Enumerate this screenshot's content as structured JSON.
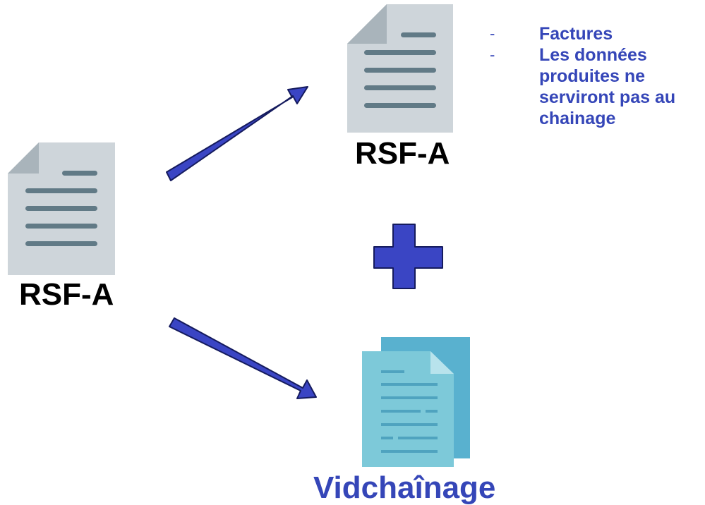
{
  "source_doc": {
    "label": "RSF-A",
    "icon": "document-icon"
  },
  "target_doc": {
    "label": "RSF-A",
    "icon": "document-icon"
  },
  "notes": {
    "bullet": "-",
    "items": [
      "Factures",
      "Les données produites ne serviront pas au chainage"
    ]
  },
  "combine_symbol": "plus-icon",
  "output_doc": {
    "label": "Vidchaînage",
    "icon": "documents-stack-icon"
  },
  "colors": {
    "accent": "#3546b8",
    "arrow_fill": "#3a45c4",
    "arrow_stroke": "#151b5e",
    "doc_gray": "#ced5da",
    "doc_gray_fold": "#a9b4bb",
    "doc_lines": "#617a86",
    "doc_blue": "#7dc9d9",
    "doc_blue_back": "#59b1cf"
  }
}
